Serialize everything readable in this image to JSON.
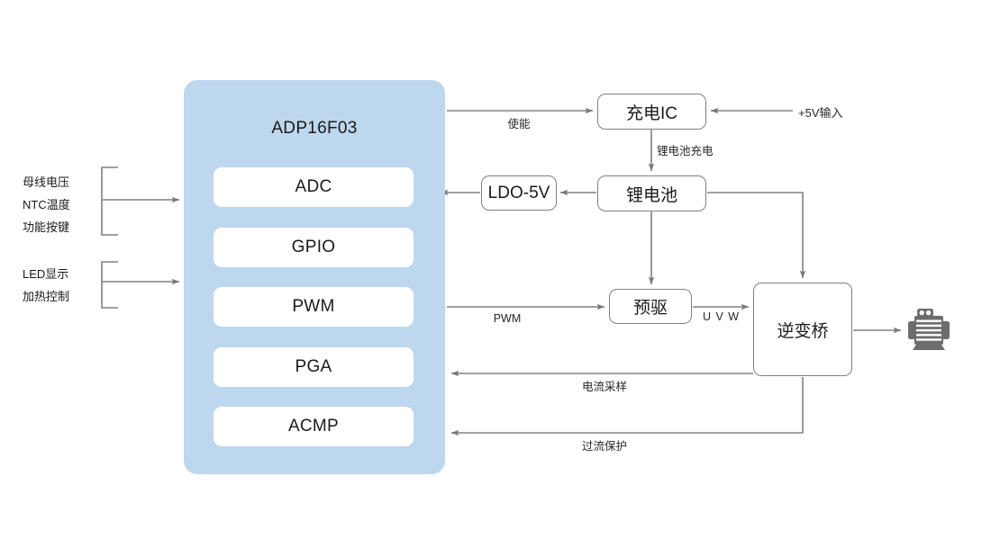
{
  "diagram": {
    "title": "ADP16F03 motor control block diagram",
    "colors": {
      "block_fill": "#bdd7ee",
      "sub_block_fill": "#ffffff",
      "wire": "#808080",
      "text": "#1a1a1a",
      "motor_icon": "#6d6d6d"
    }
  },
  "mcu": {
    "name": "ADP16F03",
    "peripherals": [
      {
        "label": "ADC"
      },
      {
        "label": "GPIO"
      },
      {
        "label": "PWM"
      },
      {
        "label": "PGA"
      },
      {
        "label": "ACMP"
      }
    ]
  },
  "inputs": {
    "group_1": {
      "lines": [
        "母线电压",
        "NTC温度",
        "功能按键"
      ]
    },
    "group_2": {
      "lines": [
        "LED显示",
        "加热控制"
      ]
    }
  },
  "external_blocks": [
    {
      "id": "charger-ic",
      "label": "充电IC"
    },
    {
      "id": "ldo",
      "label": "LDO-5V"
    },
    {
      "id": "battery",
      "label": "锂电池"
    },
    {
      "id": "pre-driver",
      "label": "预驱"
    },
    {
      "id": "inverter-bridge",
      "label": "逆变桥"
    }
  ],
  "wire_labels": {
    "enable": "使能",
    "supply_in": "+5V输入",
    "battery_charge": "锂电池充电",
    "pwm": "PWM",
    "uvw": "U V W",
    "current_sense": "电流采样",
    "over_current": "过流保护"
  },
  "icons": {
    "motor": "motor-icon"
  }
}
